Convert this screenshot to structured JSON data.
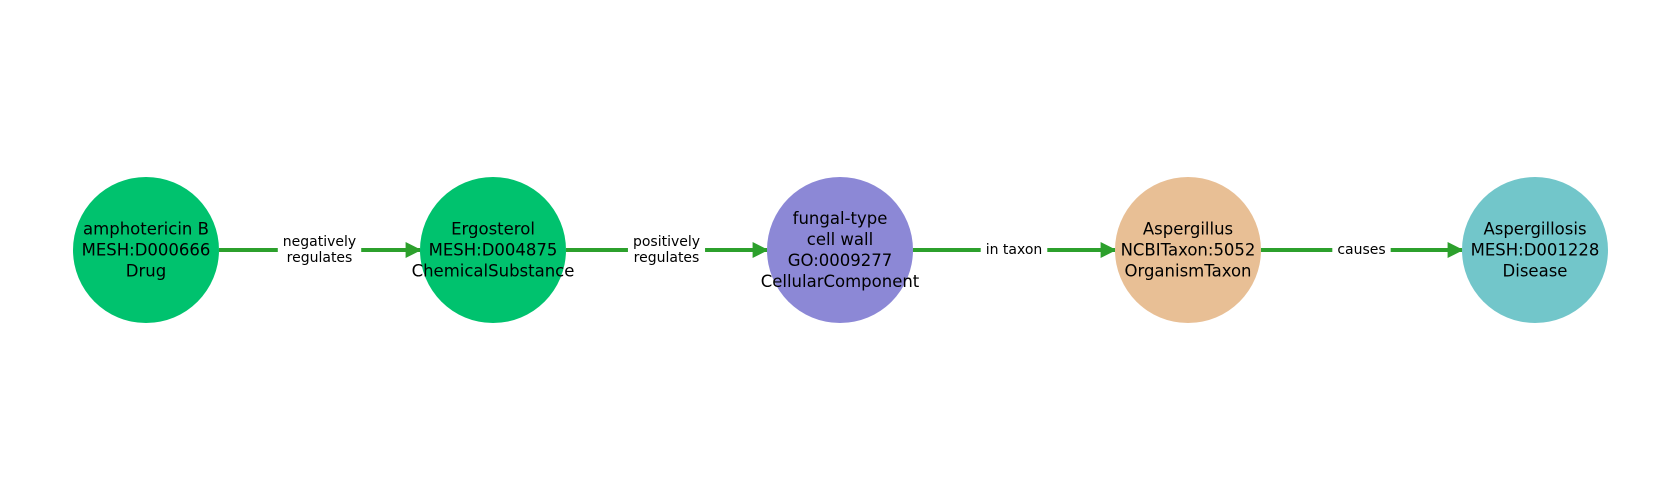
{
  "colors": {
    "edge": "#2ca02c",
    "label_background": "#ffffff",
    "text": "#000000"
  },
  "nodes": [
    {
      "id": "amphotericin-b",
      "lines": [
        "amphotericin B",
        "MESH:D000666",
        "Drug"
      ],
      "color": "#00c26e"
    },
    {
      "id": "ergosterol",
      "lines": [
        "Ergosterol",
        "MESH:D004875",
        "ChemicalSubstance"
      ],
      "color": "#00c26e"
    },
    {
      "id": "fungal-cell-wall",
      "lines": [
        "fungal-type",
        "cell wall",
        "GO:0009277",
        "CellularComponent"
      ],
      "color": "#8c88d6"
    },
    {
      "id": "aspergillus",
      "lines": [
        "Aspergillus",
        "NCBITaxon:5052",
        "OrganismTaxon"
      ],
      "color": "#e8bf95"
    },
    {
      "id": "aspergillosis",
      "lines": [
        "Aspergillosis",
        "MESH:D001228",
        "Disease"
      ],
      "color": "#72c6ca"
    }
  ],
  "edges": [
    {
      "source": 0,
      "target": 1,
      "lines": [
        "negatively",
        "regulates"
      ]
    },
    {
      "source": 1,
      "target": 2,
      "lines": [
        "positively",
        "regulates"
      ]
    },
    {
      "source": 2,
      "target": 3,
      "lines": [
        "in taxon"
      ]
    },
    {
      "source": 3,
      "target": 4,
      "lines": [
        "causes"
      ]
    }
  ]
}
